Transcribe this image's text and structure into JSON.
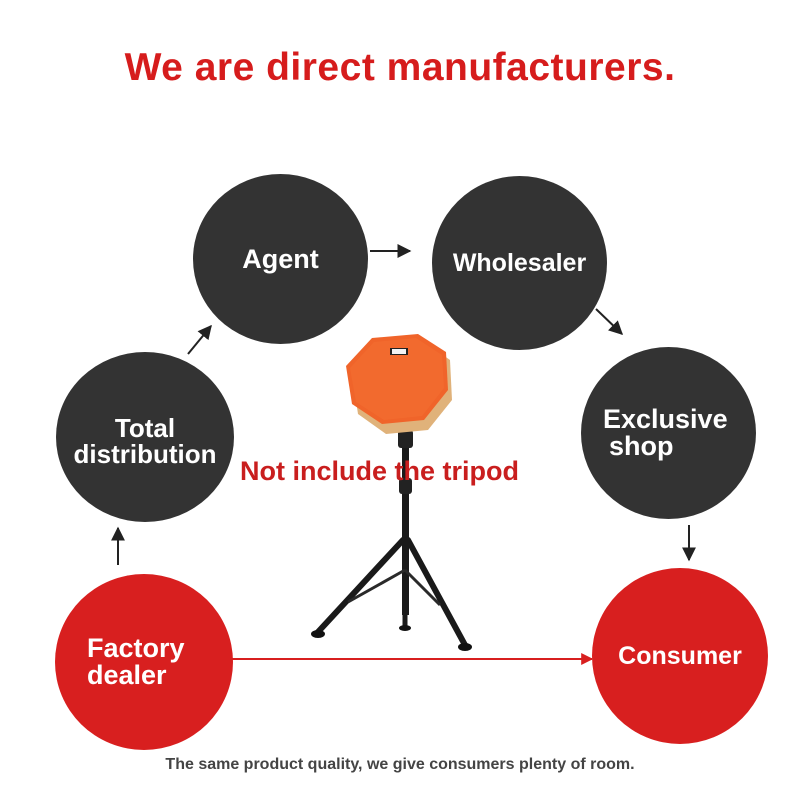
{
  "headline": "We are direct manufacturers.",
  "nodes": {
    "agent": "Agent",
    "wholesaler": "Wholesaler",
    "total_line1": "Total",
    "total_line2": "distribution",
    "exclusive_line1": "Exclusive",
    "exclusive_line2": "shop",
    "factory_line1": "Factory",
    "factory_line2": "dealer",
    "consumer": "Consumer"
  },
  "notice": "Not include the tripod",
  "footer": "The same product quality, we give consumers plenty of room.",
  "colors": {
    "dark_node": "#333333",
    "red_node": "#d81f1f",
    "headline": "#d61c1c",
    "pad": "#f0642a"
  },
  "icons": [
    "arrow-icon",
    "practice-pad-icon",
    "tripod-stand-icon"
  ]
}
